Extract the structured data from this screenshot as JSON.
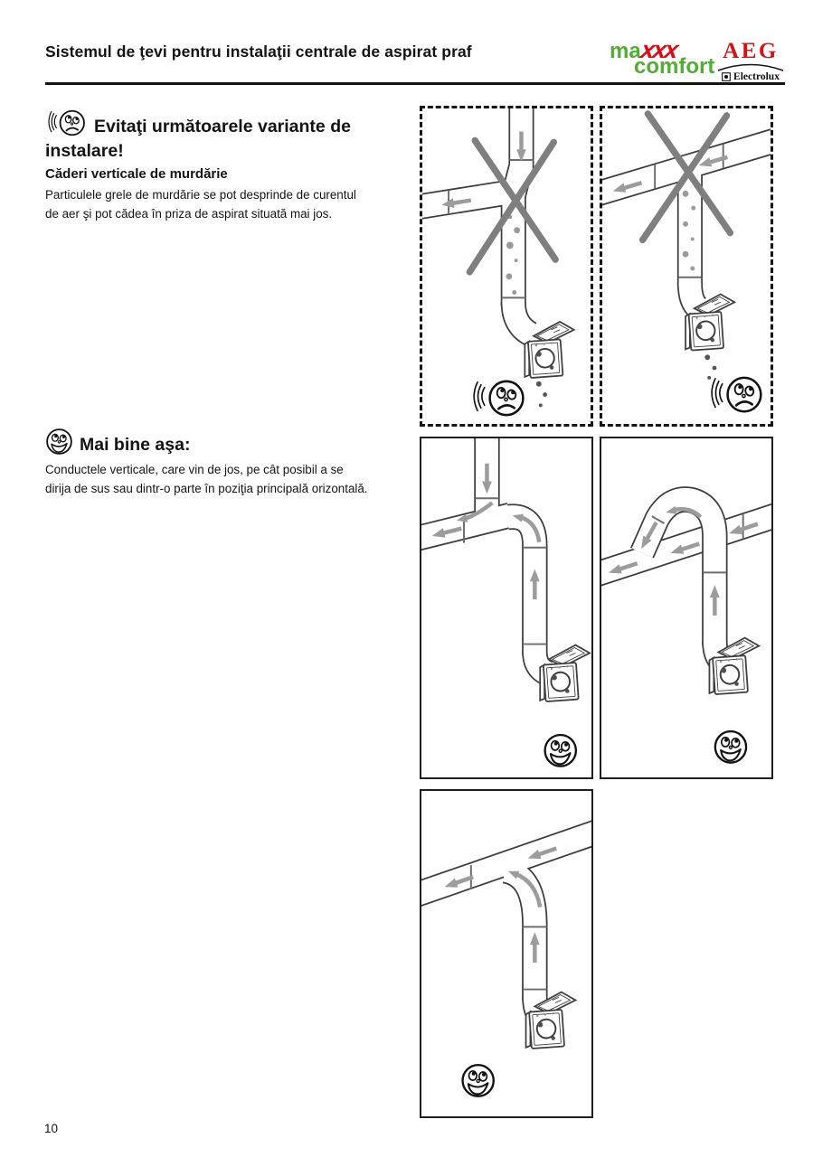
{
  "page": {
    "background": "#ffffff"
  },
  "header": {
    "title": "Sistemul de ţevi pentru instalaţii centrale de aspirat praf",
    "logos": {
      "maxxx": {
        "part_ma": "ma",
        "part_xxx": "xxx",
        "part_comfort": "comfort",
        "green": "#52ae32",
        "red": "#e30613"
      },
      "aeg": {
        "name": "AEG",
        "sub": "Electrolux",
        "red": "#d01317"
      }
    }
  },
  "sections": [
    {
      "icon": "sad-face",
      "heading": [
        "Evitaţi următoarele variante de",
        "instalare!"
      ],
      "subheading": "Căderi verticale de murdărie",
      "body": [
        "Particulele grele de murdărie se pot desprinde de curentul",
        "de aer şi pot cădea în priza de aspirat situată mai jos."
      ]
    },
    {
      "icon": "happy-face",
      "heading": [
        "Mai bine aşa:"
      ],
      "body": [
        "Conductele verticale, care vin de jos, pe cât posibil a se",
        "dirija de sus sau dintr-o parte în poziţia principală orizontală."
      ]
    }
  ],
  "panels": [
    {
      "id": "bad-drop-from-top",
      "border": "dashed",
      "verdict": "bad",
      "icon": "sad-face",
      "crossed_out": true
    },
    {
      "id": "bad-drop-from-side",
      "border": "dashed",
      "verdict": "bad",
      "icon": "sad-face",
      "crossed_out": true
    },
    {
      "id": "good-riser-into-tee",
      "border": "solid",
      "verdict": "good",
      "icon": "happy-face",
      "crossed_out": false
    },
    {
      "id": "good-riser-over-bridge",
      "border": "solid",
      "verdict": "good",
      "icon": "happy-face",
      "crossed_out": false
    },
    {
      "id": "good-riser-elbow",
      "border": "solid",
      "verdict": "good",
      "icon": "happy-face",
      "crossed_out": false
    }
  ],
  "icons": {
    "sad-face": "☹",
    "happy-face": "☺",
    "cross-out": "✕",
    "electrolux-mark": "▣"
  },
  "colors": {
    "text": "#141414",
    "pipe_outline": "#3e3e3e",
    "arrow_gray": "#9c9c9c",
    "cross_gray": "#7f7f7f"
  },
  "footer": {
    "page_number": "10"
  }
}
